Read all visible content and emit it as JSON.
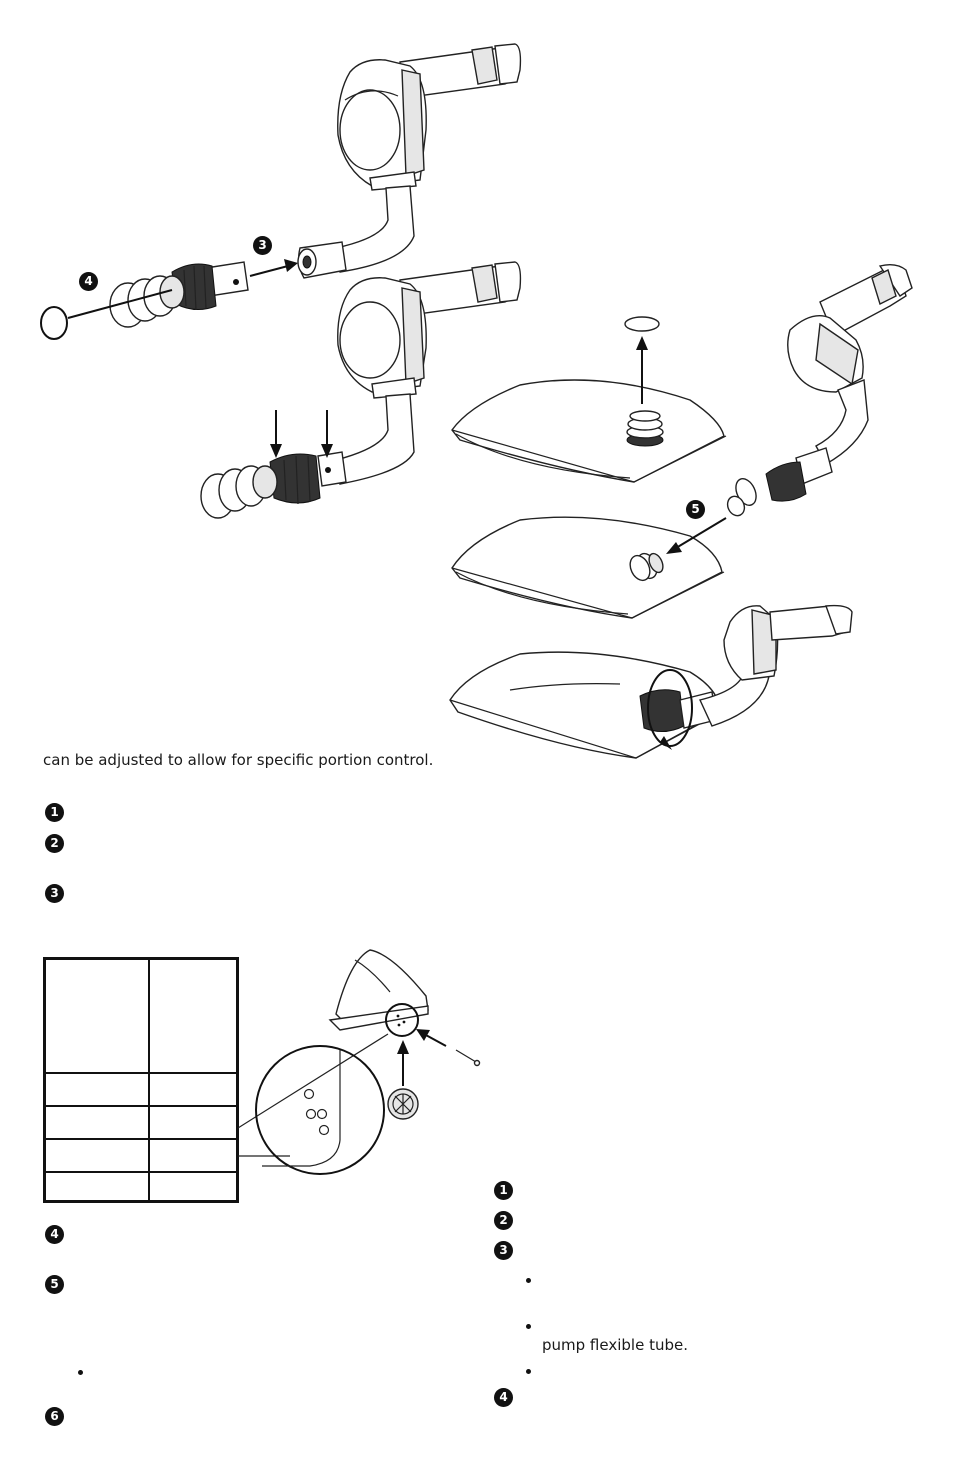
{
  "intro_text": "can be adjusted to allow for specific portion control.",
  "flex_tube_text": "pump flexible tube.",
  "callouts": {
    "figure_top": [
      "3",
      "4"
    ],
    "figure_right": [
      "5"
    ],
    "left_steps": [
      "1",
      "2",
      "3",
      "4",
      "5",
      "6"
    ],
    "right_steps": [
      "1",
      "2",
      "3",
      "4"
    ]
  },
  "icons": {
    "pump": "pump-assembly-icon",
    "bag": "bag-in-box-icon",
    "nozzle": "nozzle-insert-icon"
  },
  "table": {
    "columns": 2,
    "header_rows": 1,
    "body_rows": 4
  }
}
